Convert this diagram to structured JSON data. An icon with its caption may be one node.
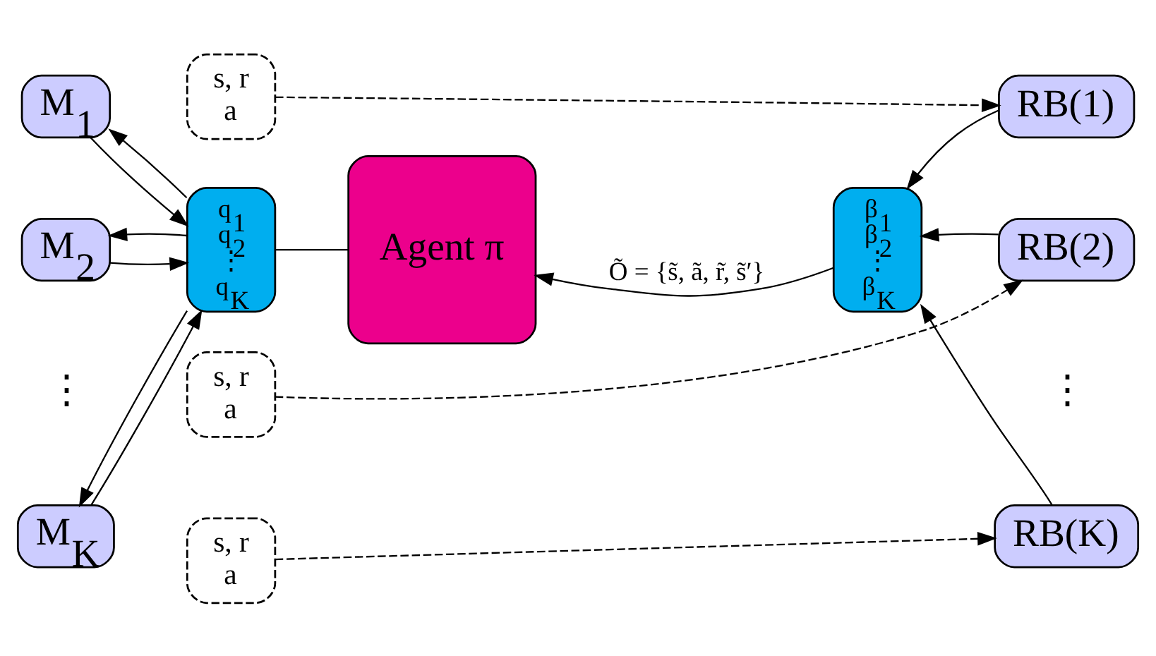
{
  "diagram": {
    "nodes": [
      {
        "text": [
          "M$_{1}$"
        ]
      },
      {
        "text": [
          "M$_{2}$"
        ]
      },
      {
        "text": [
          "M$_{K}$"
        ]
      },
      {
        "text": [
          "s, r",
          "a"
        ]
      },
      {
        "text": [
          "s, r",
          "a"
        ]
      },
      {
        "text": [
          "s, r",
          "a"
        ]
      },
      {
        "text": [
          "q$_{1}$",
          "q$_{2}$",
          "⋮",
          "q$_{K}$"
        ]
      },
      {
        "text": [
          "Agent π"
        ]
      },
      {
        "text": [
          "β$_{1}$",
          "β$_{2}$",
          "⋮",
          "β$_{K}$"
        ]
      },
      {
        "text": [
          "RB(1)"
        ]
      },
      {
        "text": [
          "RB(2)"
        ]
      },
      {
        "text": [
          "RB(K)"
        ]
      }
    ],
    "edges": [
      {
        "from": 0,
        "to": 6,
        "arrow": "to"
      },
      {
        "from": 6,
        "to": 0,
        "arrow": "to"
      },
      {
        "from": 1,
        "to": 6,
        "arrow": "to"
      },
      {
        "from": 6,
        "to": 1,
        "arrow": "to"
      },
      {
        "from": 2,
        "to": 6,
        "arrow": "to"
      },
      {
        "from": 6,
        "to": 2,
        "arrow": "to"
      },
      {
        "from": 6,
        "to": 7,
        "arrow": "none"
      },
      {
        "from": 8,
        "to": 7,
        "arrow": "to",
        "label": "Õ = {s̃, ã, r̃, s̃′}"
      },
      {
        "from": 9,
        "to": 8,
        "arrow": "to"
      },
      {
        "from": 10,
        "to": 8,
        "arrow": "to"
      },
      {
        "from": 11,
        "to": 8,
        "arrow": "to"
      },
      {
        "from": 3,
        "to": 9,
        "arrow": "to",
        "style": "dashed"
      },
      {
        "from": 4,
        "to": 10,
        "arrow": "to",
        "style": "dashed"
      },
      {
        "from": 5,
        "to": 11,
        "arrow": "to",
        "style": "dashed"
      }
    ],
    "labels": [
      "⋮",
      "⋮"
    ]
  }
}
